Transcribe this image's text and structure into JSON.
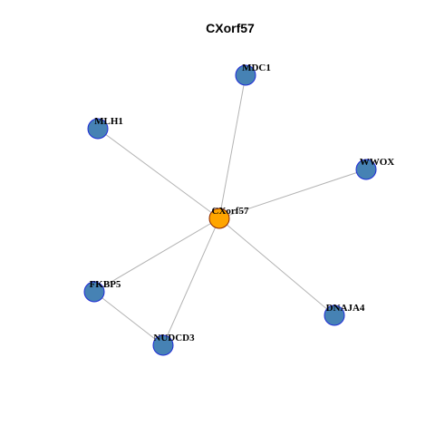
{
  "title": "CXorf57",
  "colors": {
    "center_node_fill": "#FFA500",
    "center_node_stroke": "#8B2500",
    "neighbor_node_fill": "#4682B4",
    "neighbor_node_stroke": "#1E2BD6",
    "edge": "#B3B3B3"
  },
  "nodes": [
    {
      "id": "CXorf57",
      "label": "CXorf57",
      "role": "center"
    },
    {
      "id": "MDC1",
      "label": "MDC1",
      "role": "neighbor"
    },
    {
      "id": "MLH1",
      "label": "MLH1",
      "role": "neighbor"
    },
    {
      "id": "WWOX",
      "label": "WWOX",
      "role": "neighbor"
    },
    {
      "id": "FKBP5",
      "label": "FKBP5",
      "role": "neighbor"
    },
    {
      "id": "NUDCD3",
      "label": "NUDCD3",
      "role": "neighbor"
    },
    {
      "id": "DNAJA4",
      "label": "DNAJA4",
      "role": "neighbor"
    }
  ],
  "edges": [
    {
      "source": "CXorf57",
      "target": "MDC1"
    },
    {
      "source": "CXorf57",
      "target": "MLH1"
    },
    {
      "source": "CXorf57",
      "target": "WWOX"
    },
    {
      "source": "CXorf57",
      "target": "FKBP5"
    },
    {
      "source": "CXorf57",
      "target": "NUDCD3"
    },
    {
      "source": "CXorf57",
      "target": "DNAJA4"
    },
    {
      "source": "FKBP5",
      "target": "NUDCD3"
    }
  ]
}
